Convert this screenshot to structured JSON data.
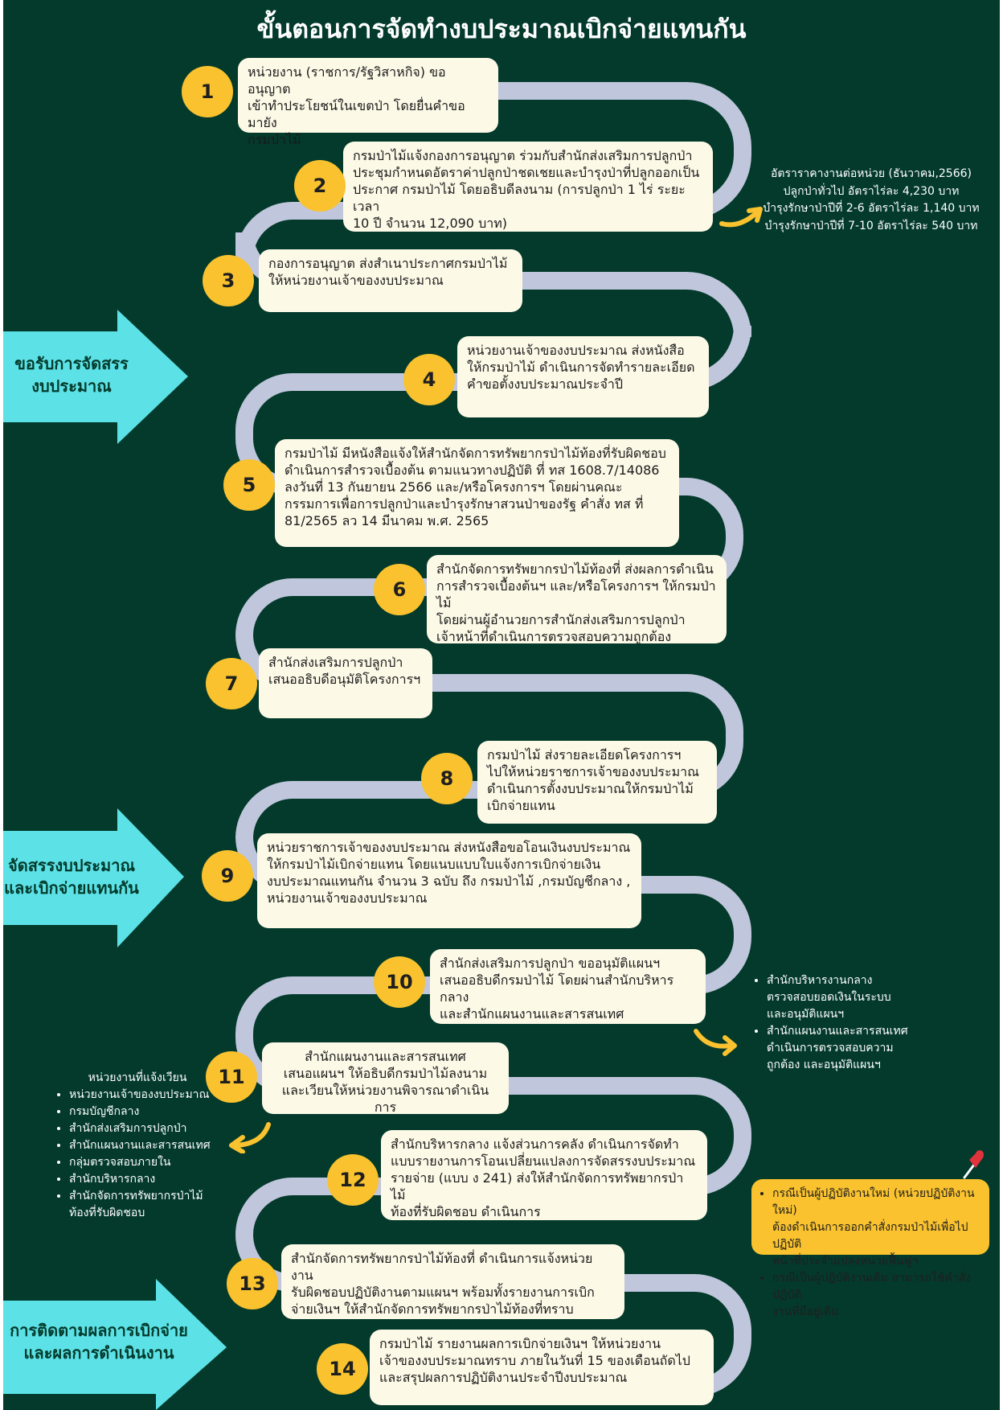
{
  "title": "ขั้นตอนการจัดทำงบประมาณเบิกจ่ายแทนกัน",
  "colors": {
    "background": "#033a2b",
    "box": "#fdf9e7",
    "badge": "#f9c22e",
    "path": "#c0c6dc",
    "big_arrow": "#5ce1e6",
    "note_card": "#f9c22e"
  },
  "phases": [
    {
      "label": "ขอรับการจัดสรร\nงบประมาณ"
    },
    {
      "label": "จัดสรรงบประมาณ\nและเบิกจ่ายแทนกัน"
    },
    {
      "label": "การติดตามผลการเบิกจ่าย\nและผลการดำเนินงาน"
    }
  ],
  "steps": [
    {
      "num": "1",
      "text": "หน่วยงาน (ราชการ/รัฐวิสาหกิจ) ขออนุญาต\nเข้าทำประโยชน์ในเขตป่า โดยยื่นคำขอมายัง\nกรมป่าไม้"
    },
    {
      "num": "2",
      "text": "กรมป่าไม้แจ้งกองการอนุญาต ร่วมกับสำนักส่งเสริมการปลูกป่า\nประชุมกำหนดอัตราค่าปลูกป่าชดเชยและบำรุงป่าที่ปลูกออกเป็น\nประกาศ กรมป่าไม้ โดยอธิบดีลงนาม (การปลูกป่า 1 ไร่ ระยะเวลา\n10 ปี จำนวน 12,090 บาท)"
    },
    {
      "num": "3",
      "text": "กองการอนุญาต ส่งสำเนาประกาศกรมป่าไม้\nให้หน่วยงานเจ้าของงบประมาณ"
    },
    {
      "num": "4",
      "text": "หน่วยงานเจ้าของงบประมาณ ส่งหนังสือ\nให้กรมป่าไม้ ดำเนินการจัดทำรายละเอียด\nคำขอตั้งงบประมาณประจำปี"
    },
    {
      "num": "5",
      "text": "กรมป่าไม้ มีหนังสือแจ้งให้สำนักจัดการทรัพยากรป่าไม้ท้องที่รับผิดชอบ\nดำเนินการสำรวจเบื้องต้น ตามแนวทางปฏิบัติ ที่ ทส 1608.7/14086\nลงวันที่ 13 กันยายน 2566 และ/หรือโครงการฯ โดยผ่านคณะ\nกรรมการเพื่อการปลูกป่าและบำรุงรักษาสวนป่าของรัฐ คำสั่ง ทส ที่\n81/2565 ลว 14 มีนาคม พ.ศ. 2565"
    },
    {
      "num": "6",
      "text": "สำนักจัดการทรัพยากรป่าไม้ท้องที่ ส่งผลการดำเนิน\nการสำรวจเบื้องต้นฯ และ/หรือโครงการฯ ให้กรมป่าไม้\nโดยผ่านผู้อำนวยการสำนักส่งเสริมการปลูกป่า\nเจ้าหน้าที่ดำเนินการตรวจสอบความถูกต้อง"
    },
    {
      "num": "7",
      "text": "สำนักส่งเสริมการปลูกป่า\nเสนออธิบดีอนุมัติโครงการฯ"
    },
    {
      "num": "8",
      "text": "กรมป่าไม้ ส่งรายละเอียดโครงการฯ\nไปให้หน่วยราชการเจ้าของงบประมาณ\nดำเนินการตั้งงบประมาณให้กรมป่าไม้\nเบิกจ่ายแทน"
    },
    {
      "num": "9",
      "text": "หน่วยราชการเจ้าของงบประมาณ ส่งหนังสือขอโอนเงินงบประมาณ\nให้กรมป่าไม้เบิกจ่ายแทน โดยแนบแบบใบแจ้งการเบิกจ่ายเงิน\nงบประมาณแทนกัน จำนวน 3 ฉบับ ถึง กรมป่าไม้ ,กรมบัญชีกลาง ,\nหน่วยงานเจ้าของงบประมาณ"
    },
    {
      "num": "10",
      "text": "สำนักส่งเสริมการปลูกป่า ขออนุมัติแผนฯ\nเสนออธิบดีกรมป่าไม้ โดยผ่านสำนักบริหารกลาง\nและสำนักแผนงานและสารสนเทศ"
    },
    {
      "num": "11",
      "text": "สำนักแผนงานและสารสนเทศ\nเสนอแผนฯ ให้อธิบดีกรมป่าไม้ลงนาม\nและเวียนให้หน่วยงานพิจารณาดำเนินการ"
    },
    {
      "num": "12",
      "text": "สำนักบริหารกลาง แจ้งส่วนการคลัง ดำเนินการจัดทำ\nแบบรายงานการโอนเปลี่ยนแปลงการจัดสรรงบประมาณ\nรายจ่าย (แบบ ง 241) ส่งให้สำนักจัดการทรัพยากรป่าไม้\nท้องที่รับผิดชอบ ดำเนินการ"
    },
    {
      "num": "13",
      "text": "สำนักจัดการทรัพยากรป่าไม้ท้องที่ ดำเนินการแจ้งหน่วยงาน\nรับผิดชอบปฏิบัติงานตามแผนฯ พร้อมทั้งรายงานการเบิก\nจ่ายเงินฯ ให้สำนักจัดการทรัพยากรป่าไม้ท้องที่ทราบ"
    },
    {
      "num": "14",
      "text": "กรมป่าไม้ รายงานผลการเบิกจ่ายเงินฯ ให้หน่วยงาน\nเจ้าของงบประมาณทราบ ภายในวันที่ 15 ของเดือนถัดไป\nและสรุปผลการปฏิบัติงานประจำปีงบประมาณ"
    }
  ],
  "rate_note": {
    "lines": [
      "อัตราราคางานต่อหน่วย (ธันวาคม,2566)",
      "ปลูกป่าทั่วไป อัตราไร่ละ 4,230 บาท",
      "บำรุงรักษาป่าปีที่ 2-6  อัตราไร่ละ 1,140 บาท",
      "บำรุงรักษาป่าปีที่ 7-10 อัตราไร่ละ 540 บาท"
    ]
  },
  "review_note": {
    "items": [
      "สำนักบริหารงานกลาง\nตรวจสอบยอดเงินในระบบ\nและอนุมัติแผนฯ",
      "สำนักแผนงานและสารสนเทศ\nดำเนินการตรวจสอบความ\nถูกต้อง และอนุมัติแผนฯ"
    ]
  },
  "recipients_note": {
    "heading": "หน่วยงานที่แจ้งเวียน",
    "items": [
      "หน่วยงานเจ้าของงบประมาณ",
      "กรมบัญชีกลาง",
      "สำนักส่งเสริมการปลูกป่า",
      "สำนักแผนงานและสารสนเทศ",
      "กลุ่มตรวจสอบภายใน",
      "สำนักบริหารกลาง",
      "สำนักจัดการทรัพยากรป่าไม้\nท้องที่รับผิดชอบ"
    ]
  },
  "unit_note": {
    "items": [
      "กรณีเป็นผู้ปฏิบัติงานใหม่ (หน่วยปฏิบัติงานใหม่)\nต้องดำเนินการออกคำสั่งกรมป่าไม้เพื่อไปปฏิบัติ\nหน้าที่ประจำแปลงหน่วยฟื้นฟูฯ",
      "กรณีเป็นผู้ปฏิบัติงานเดิม สามารถใช้คำสั่งปฏิบัติ\nงานที่มีอยู่เดิม"
    ]
  }
}
